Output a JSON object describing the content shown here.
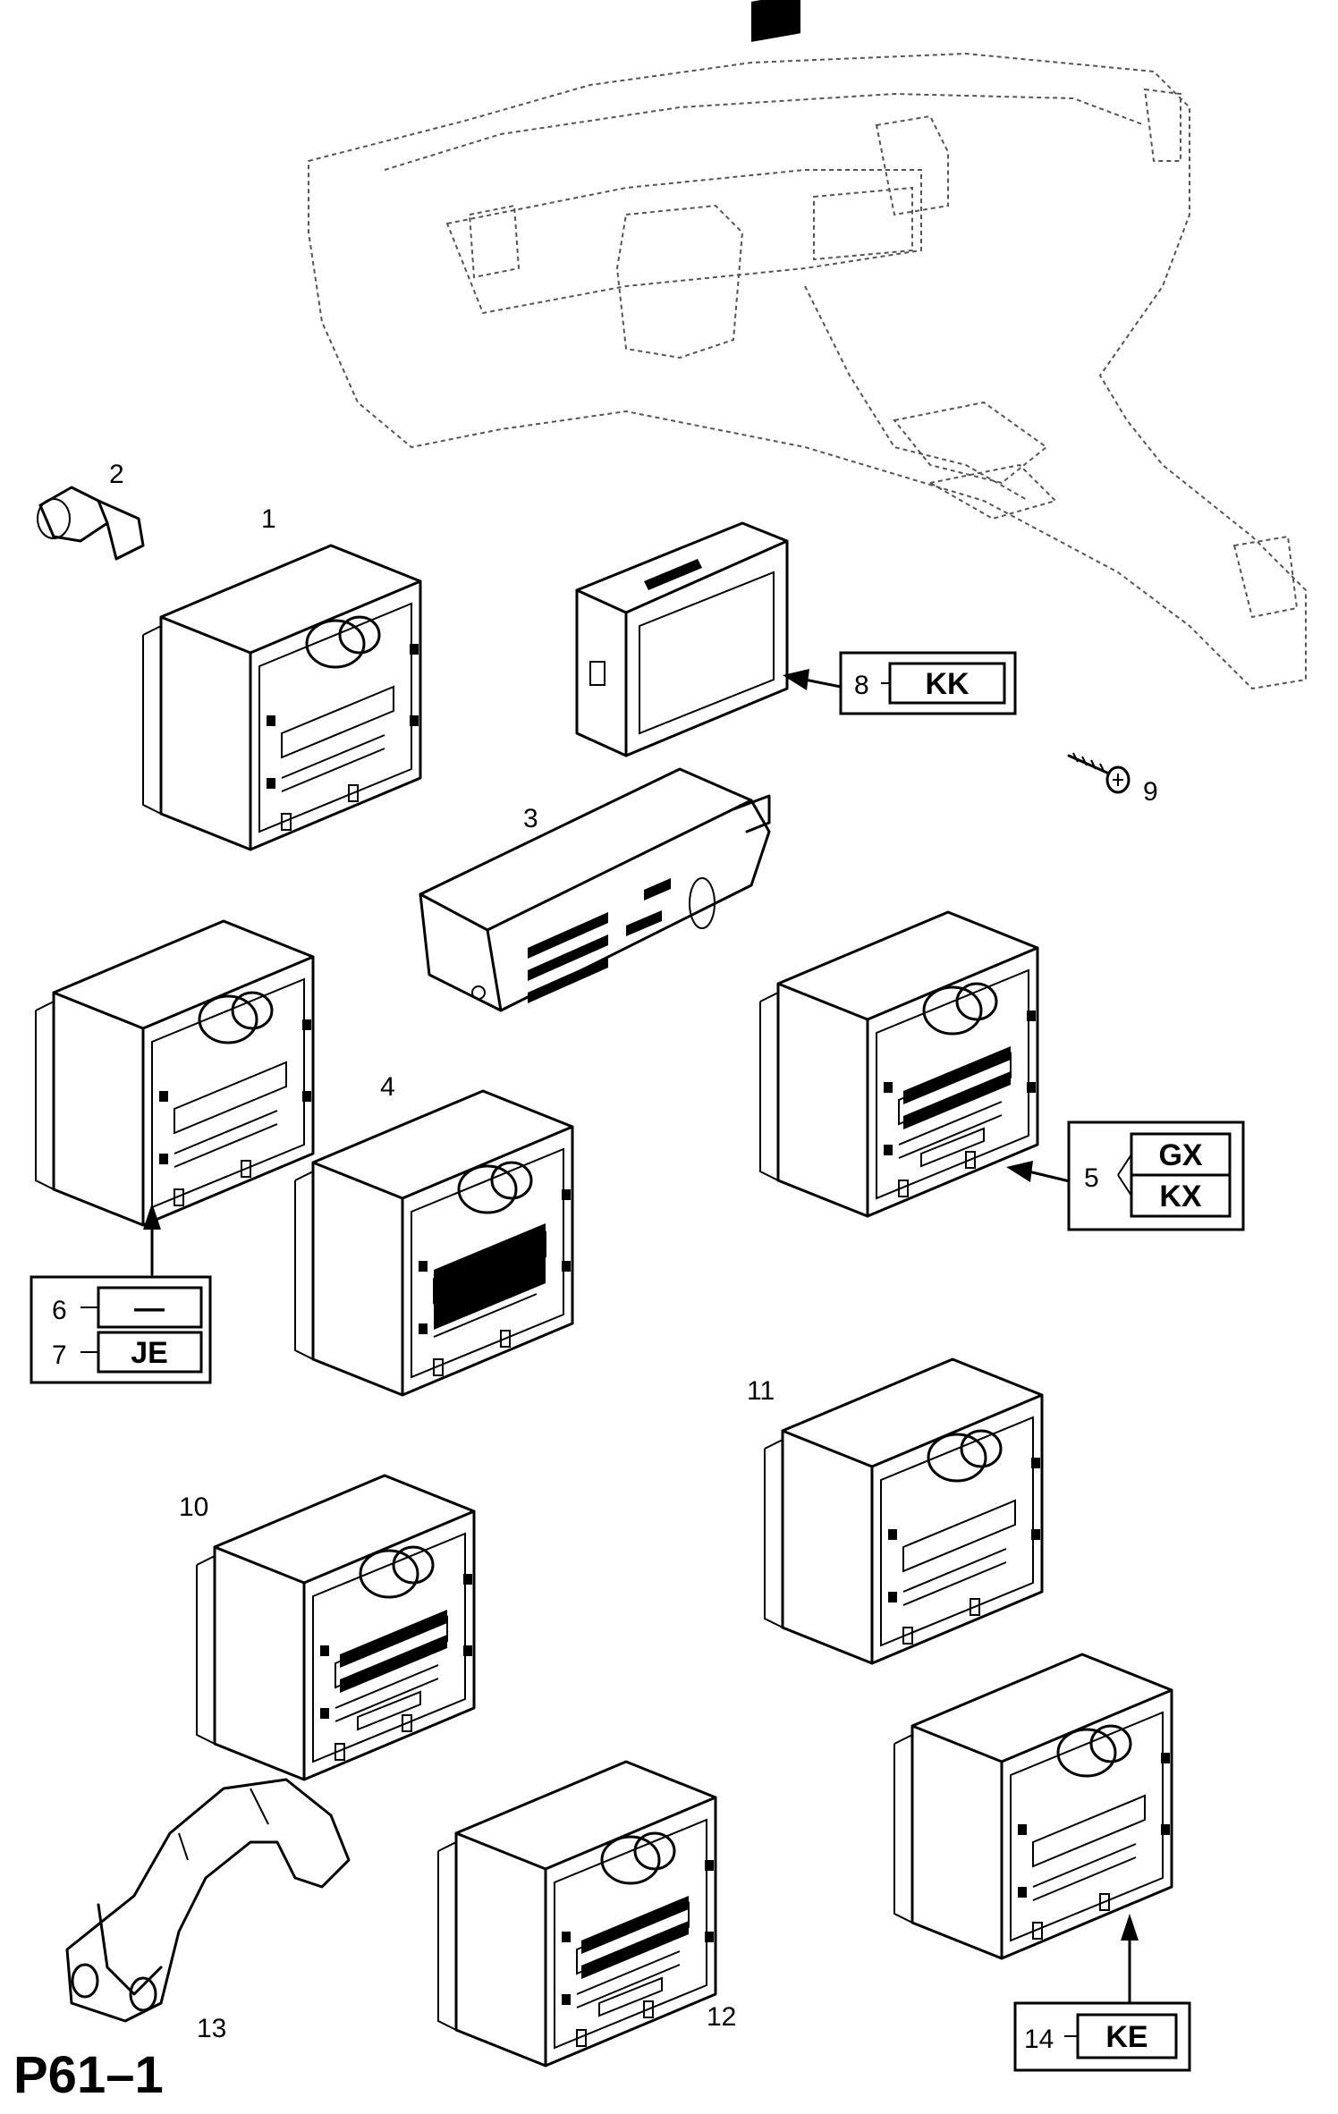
{
  "page_id": "P61–1",
  "callouts": [
    {
      "num": "1"
    },
    {
      "num": "2"
    },
    {
      "num": "3"
    },
    {
      "num": "4"
    },
    {
      "num": "5"
    },
    {
      "num": "6"
    },
    {
      "num": "7"
    },
    {
      "num": "8"
    },
    {
      "num": "9"
    },
    {
      "num": "10"
    },
    {
      "num": "11"
    },
    {
      "num": "12"
    },
    {
      "num": "13"
    },
    {
      "num": "14"
    }
  ],
  "code_boxes": {
    "item5_top": "GX",
    "item5_bottom": "KX",
    "item6": "—",
    "item7": "JE",
    "item8": "KK",
    "item14": "KE"
  },
  "diagram": {
    "stroke_color": "#000000",
    "ghost_color": "#555555",
    "background": "#ffffff"
  }
}
